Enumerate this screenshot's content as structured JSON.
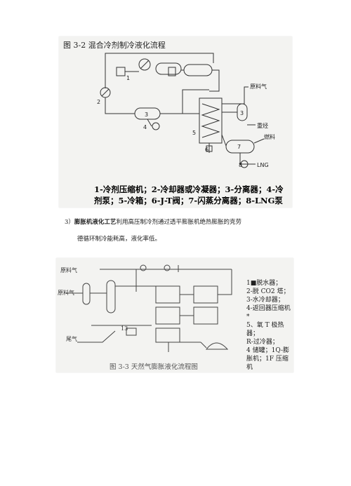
{
  "figure1": {
    "title": "图 3-2 混合冷剂制冷液化流程",
    "labels": {
      "feed_gas": "原料气",
      "heavy_hc": "重烃",
      "fuel": "燃料",
      "lng": "LNG",
      "n1": "1",
      "n2": "2",
      "n3a": "3",
      "n3b": "3",
      "n4": "4",
      "n5": "5",
      "n6": "6",
      "n7": "7",
      "n8": "8"
    },
    "legend": "1-冷剂压缩机；2-冷却器或冷凝器；3-分离器；4-冷剂泵；5-冷箱；6-J-T阀；7-闪蒸分离器；8-LNG泵"
  },
  "paragraph": {
    "prefix": "3）",
    "bold_text": "膨胀机液化工艺",
    "rest": "利用高压制冷剂通过透平膨胀机绝热膨胀的克劳",
    "line2": "德循环制冷能耗高，液化率低。"
  },
  "figure2": {
    "title": "图 3-3 天然气膨胀液化流程图",
    "labels": {
      "feed_gas_top": "原料气",
      "feed_gas_left": "原料气",
      "exhaust": "尾气",
      "n13": "13"
    },
    "legend": [
      "1■脱水器；",
      "2-脱 CO2 塔；",
      "3-水冷却器；",
      "4-返回器压缩机*",
      "5、氧 T 极热器；",
      "R-过冷器；",
      "4 储罐；1Q-膨胀机；1F 压缩机"
    ]
  }
}
